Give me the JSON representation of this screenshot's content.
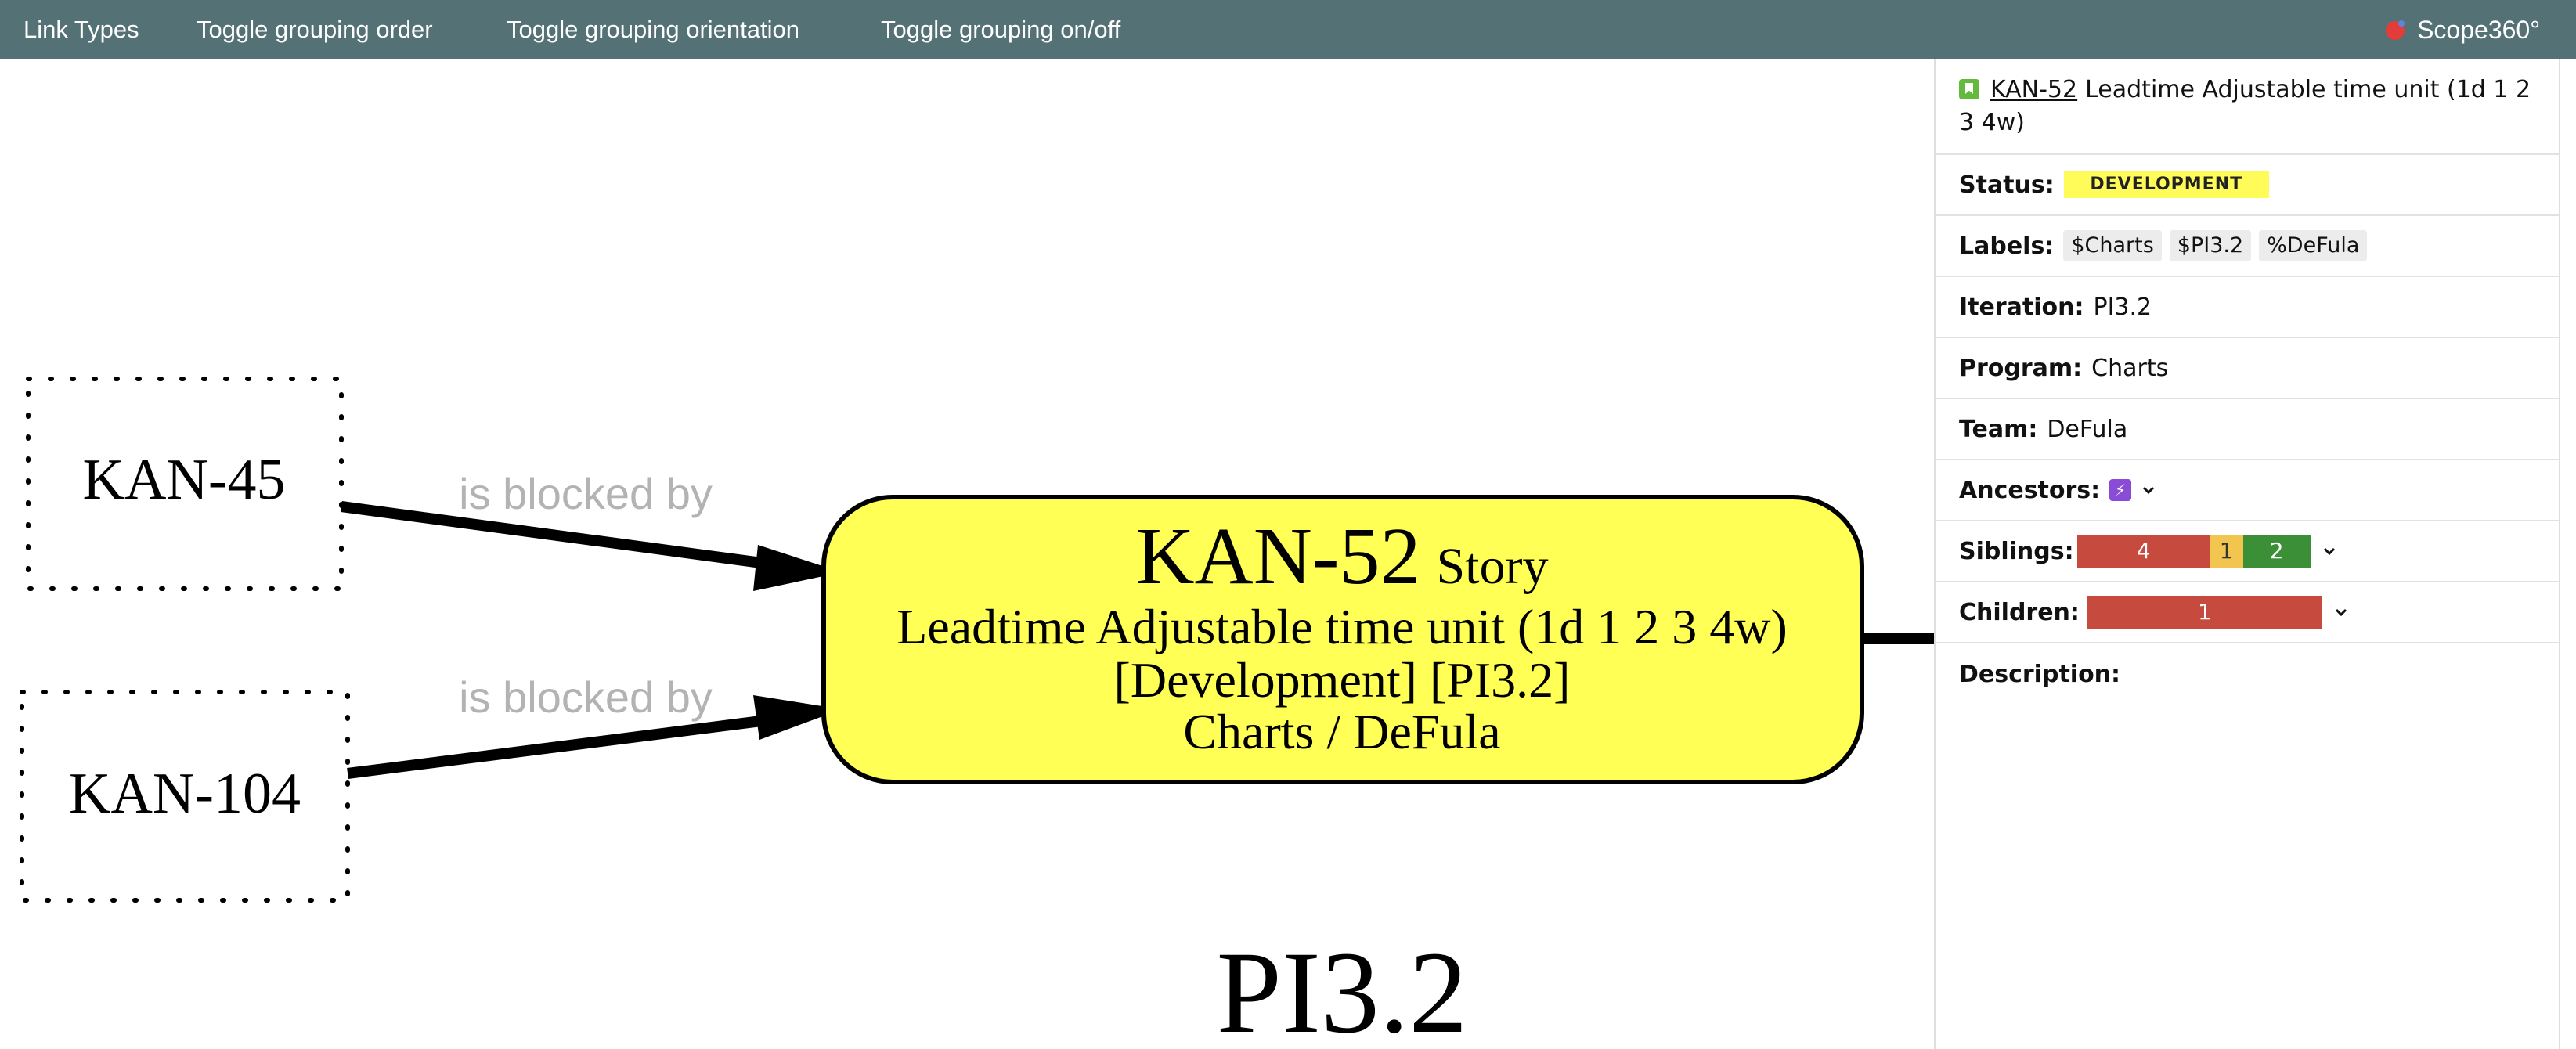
{
  "toolbar": {
    "items": [
      "Link Types",
      "Toggle grouping order",
      "Toggle grouping orientation",
      "Toggle grouping on/off"
    ],
    "brand": "Scope360°"
  },
  "graph": {
    "nodes": {
      "kan45": "KAN-45",
      "kan104": "KAN-104",
      "main": {
        "key": "KAN-52",
        "type": "Story",
        "summary": "Leadtime Adjustable time unit (1d 1 2 3 4w)",
        "meta": "[Development] [PI3.2]",
        "team": "Charts / DeFula"
      }
    },
    "edges": [
      {
        "label": "is blocked by"
      },
      {
        "label": "is blocked by"
      }
    ],
    "group_label": "PI3.2",
    "colors": {
      "main_fill": "#ffff55"
    }
  },
  "panel": {
    "issue_key": "KAN-52",
    "issue_summary": "Leadtime Adjustable time unit (1d 1 2 3 4w)",
    "status_label": "Status:",
    "status_value": "DEVELOPMENT",
    "labels_label": "Labels:",
    "labels": [
      "$Charts",
      "$PI3.2",
      "%DeFula"
    ],
    "iteration_label": "Iteration:",
    "iteration_value": "PI3.2",
    "program_label": "Program:",
    "program_value": "Charts",
    "team_label": "Team:",
    "team_value": "DeFula",
    "ancestors_label": "Ancestors:",
    "siblings_label": "Siblings:",
    "siblings": [
      {
        "count": "4",
        "color": "#c74a3f"
      },
      {
        "count": "1",
        "color": "#f2c54e"
      },
      {
        "count": "2",
        "color": "#3a8f37"
      }
    ],
    "children_label": "Children:",
    "children": [
      {
        "count": "1",
        "color": "#c74a3f"
      }
    ],
    "description_label": "Description:"
  }
}
